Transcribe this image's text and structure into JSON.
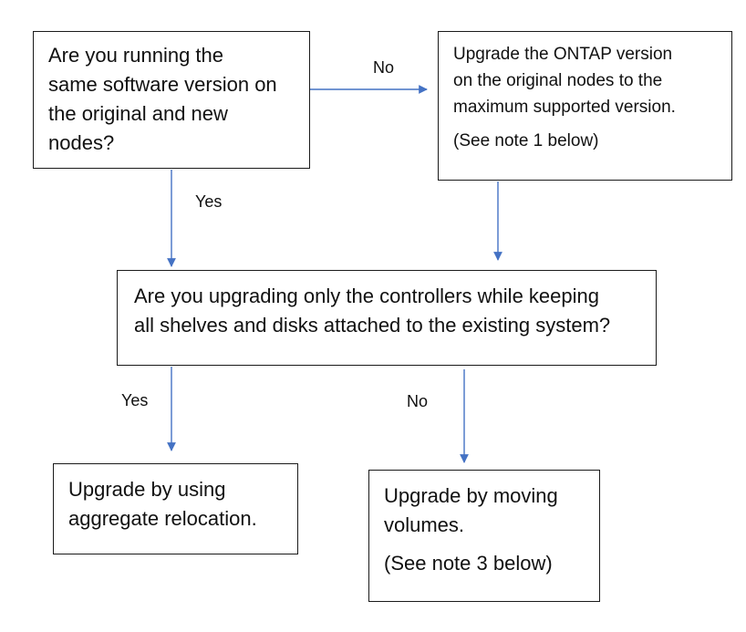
{
  "nodes": {
    "same_version": {
      "text": "Are you running the\nsame software version on\nthe original and new\nnodes?"
    },
    "upgrade_ontap": {
      "text": "Upgrade the ONTAP version\non the original nodes to the\nmaximum supported version.",
      "note": "(See note 1 below)"
    },
    "controllers_only": {
      "text": "Are you upgrading only the controllers while keeping\nall shelves and disks attached to the existing system?"
    },
    "aggregate_relocation": {
      "text": "Upgrade by using\naggregate relocation."
    },
    "moving_volumes": {
      "text": "Upgrade by moving\nvolumes.",
      "note": "(See note 3 below)"
    }
  },
  "edge_labels": {
    "no_top": "No",
    "yes_left": "Yes",
    "yes_bottom": "Yes",
    "no_bottom": "No"
  },
  "colors": {
    "connector": "#4472C4",
    "border": "#1a1a1a"
  }
}
